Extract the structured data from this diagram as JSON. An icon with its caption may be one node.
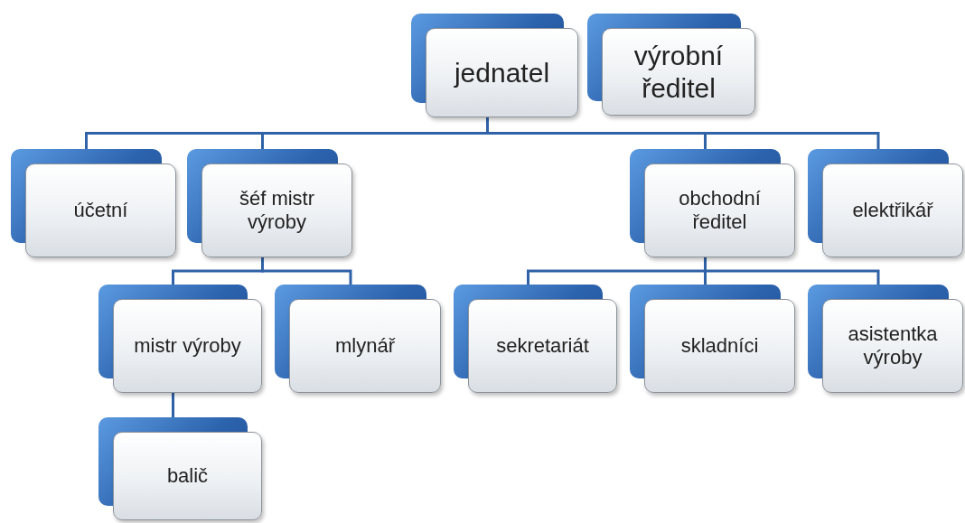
{
  "diagram": {
    "nodes": [
      {
        "text": [
          "jednatel"
        ]
      },
      {
        "text": [
          "výrobní ředitel"
        ]
      },
      {
        "text": [
          "účetní"
        ]
      },
      {
        "text": [
          "šéf mistr výroby"
        ]
      },
      {
        "text": [
          "obchodní ředitel"
        ]
      },
      {
        "text": [
          "elektřikář"
        ]
      },
      {
        "text": [
          "mistr výroby"
        ]
      },
      {
        "text": [
          "mlynář"
        ]
      },
      {
        "text": [
          "sekretariát"
        ]
      },
      {
        "text": [
          "skladníci"
        ]
      },
      {
        "text": [
          "asistentka výroby"
        ]
      },
      {
        "text": [
          "balič"
        ]
      }
    ],
    "edges": [
      {
        "from": 0,
        "to": 2,
        "arrow": "none"
      },
      {
        "from": 0,
        "to": 3,
        "arrow": "none"
      },
      {
        "from": 0,
        "to": 4,
        "arrow": "none"
      },
      {
        "from": 0,
        "to": 5,
        "arrow": "none"
      },
      {
        "from": 3,
        "to": 6,
        "arrow": "none"
      },
      {
        "from": 3,
        "to": 7,
        "arrow": "none"
      },
      {
        "from": 4,
        "to": 8,
        "arrow": "none"
      },
      {
        "from": 4,
        "to": 9,
        "arrow": "none"
      },
      {
        "from": 4,
        "to": 10,
        "arrow": "none"
      },
      {
        "from": 6,
        "to": 11,
        "arrow": "none"
      }
    ]
  }
}
